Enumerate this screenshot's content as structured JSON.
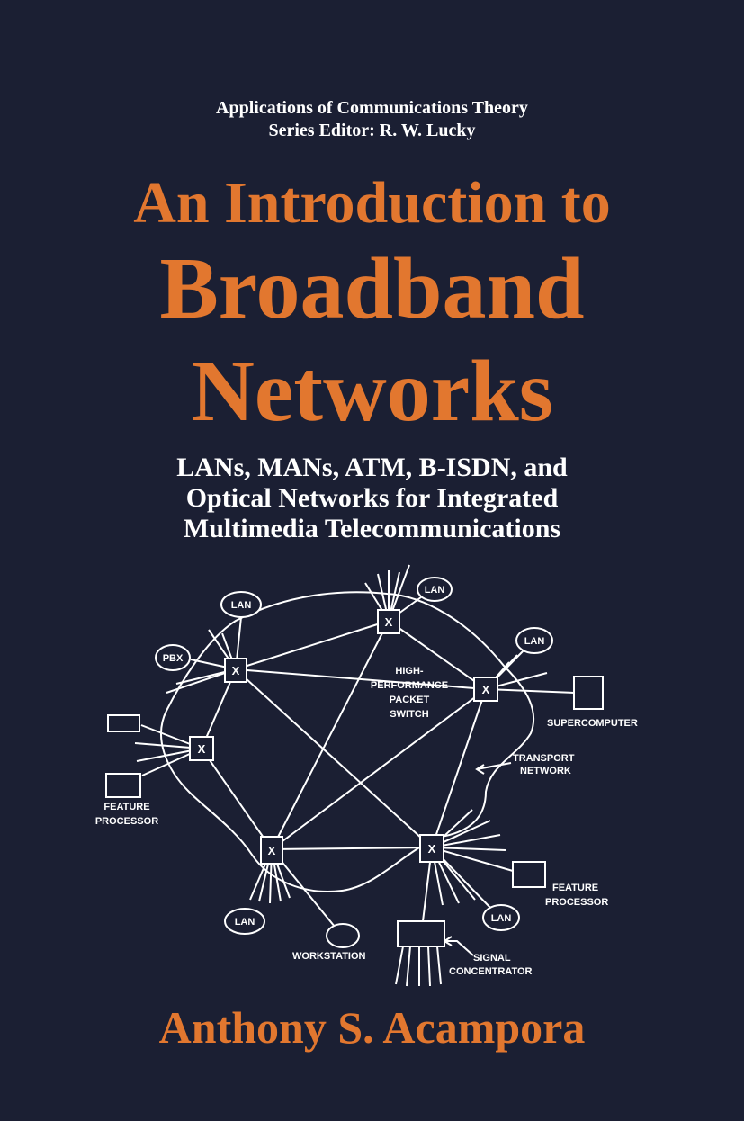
{
  "series": {
    "line1": "Applications of Communications Theory",
    "line2": "Series Editor: R. W. Lucky"
  },
  "title": {
    "line1": "An Introduction to",
    "line2": "Broadband",
    "line3": "Networks"
  },
  "subtitle": {
    "line1": "LANs, MANs, ATM, B-ISDN, and",
    "line2": "Optical Networks for Integrated",
    "line3": "Multimedia Telecommunications"
  },
  "diagram": {
    "switch_symbol": "X",
    "lan": "LAN",
    "pbx": "PBX",
    "high_performance_switch": [
      "HIGH-",
      "PERFORMANCE",
      "PACKET",
      "SWITCH"
    ],
    "supercomputer": "SUPERCOMPUTER",
    "transport_network": [
      "TRANSPORT",
      "NETWORK"
    ],
    "feature_processor": [
      "FEATURE",
      "PROCESSOR"
    ],
    "workstation": "WORKSTATION",
    "signal_concentrator": [
      "SIGNAL",
      "CONCENTRATOR"
    ]
  },
  "author": "Anthony S. Acampora",
  "colors": {
    "background": "#1b1f33",
    "accent": "#e2772f",
    "text": "#ffffff"
  }
}
